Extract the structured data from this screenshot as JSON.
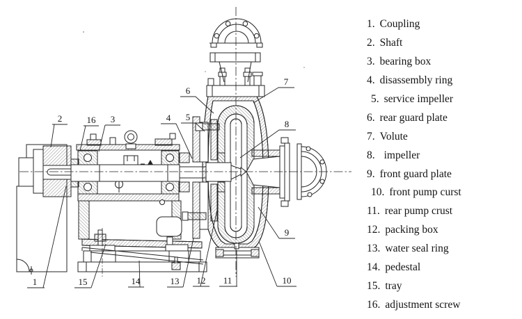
{
  "figure": {
    "type": "engineering cross-section diagram",
    "subject": "horizontal centrifugal slurry pump",
    "callout_numbers": [
      "1",
      "2",
      "3",
      "4",
      "5",
      "6",
      "7",
      "8",
      "9",
      "10",
      "11",
      "12",
      "13",
      "14",
      "15",
      "16"
    ]
  },
  "legend": {
    "items": [
      {
        "num": "1.",
        "label": "Coupling"
      },
      {
        "num": "2.",
        "label": "Shaft"
      },
      {
        "num": "3.",
        "label": "bearing box"
      },
      {
        "num": "4.",
        "label": "disassembly ring"
      },
      {
        "num": "5.",
        "label": "service impeller"
      },
      {
        "num": "6.",
        "label": "rear guard plate"
      },
      {
        "num": "7.",
        "label": "Volute"
      },
      {
        "num": "8.",
        "label": "impeller"
      },
      {
        "num": "9.",
        "label": "front guard plate"
      },
      {
        "num": "10.",
        "label": "front pump curst"
      },
      {
        "num": "11.",
        "label": "rear pump crust"
      },
      {
        "num": "12.",
        "label": "packing box"
      },
      {
        "num": "13.",
        "label": "water seal ring"
      },
      {
        "num": "14.",
        "label": "pedestal"
      },
      {
        "num": "15.",
        "label": "tray"
      },
      {
        "num": "16.",
        "label": "adjustment screw"
      }
    ]
  },
  "colors": {
    "line": "#242424",
    "background": "#ffffff",
    "text": "#141414"
  }
}
